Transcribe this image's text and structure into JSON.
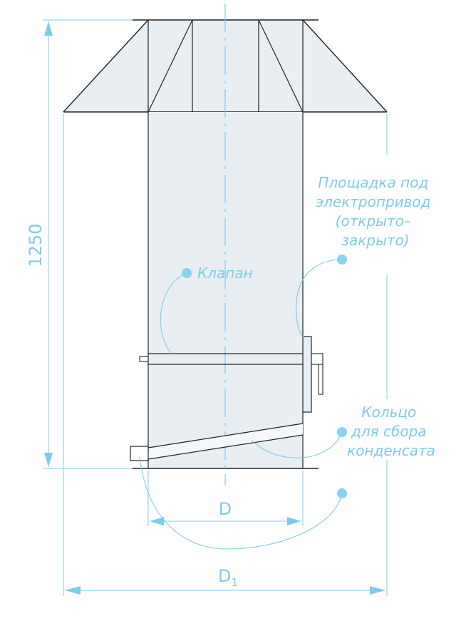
{
  "dimensions": {
    "height_label": "1250",
    "inner_diameter_label": "D",
    "outer_diameter_label": "D",
    "outer_diameter_subscript": "1"
  },
  "callouts": {
    "valve": "Клапан",
    "actuator_platform": [
      "Площадка под",
      "электропривод",
      "(открыто–",
      "закрыто)"
    ],
    "condensate_ring": [
      "Кольцо",
      "для сбора",
      "конденсата"
    ]
  },
  "colors": {
    "accent": "#7fcbea",
    "dot": "#8ad3f0",
    "fill": "#e8eef2",
    "line": "#222222"
  }
}
